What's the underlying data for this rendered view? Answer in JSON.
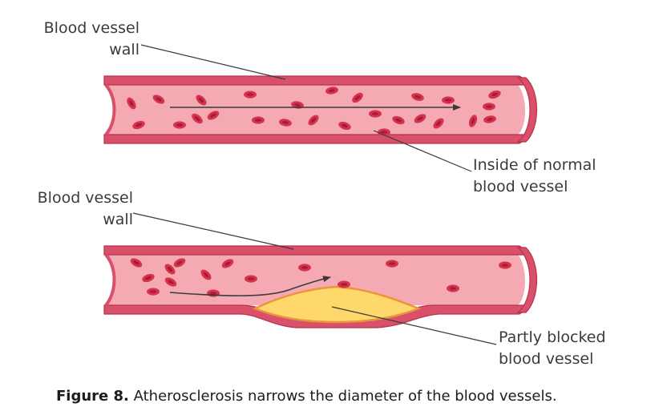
{
  "top_diagram": {
    "wall_label_line1": "Blood vessel",
    "wall_label_line2": "wall",
    "inside_label_line1": "Inside of normal",
    "inside_label_line2": "blood vessel"
  },
  "bottom_diagram": {
    "wall_label_line1": "Blood vessel",
    "wall_label_line2": "wall",
    "blocked_label_line1": "Partly blocked",
    "blocked_label_line2": "blood vessel"
  },
  "caption": {
    "figure_label": "Figure 8.",
    "text": "Atherosclerosis narrows the diameter of the blood vessels."
  },
  "colors": {
    "vessel_wall": "#d9506a",
    "vessel_wall_dark": "#b8324c",
    "vessel_inside": "#f4a9b3",
    "red_cell": "#d7324d",
    "red_cell_center": "#a51c35",
    "plaque": "#ffd86b",
    "plaque_outline": "#e9963c",
    "arrow": "#3a3a3a"
  }
}
